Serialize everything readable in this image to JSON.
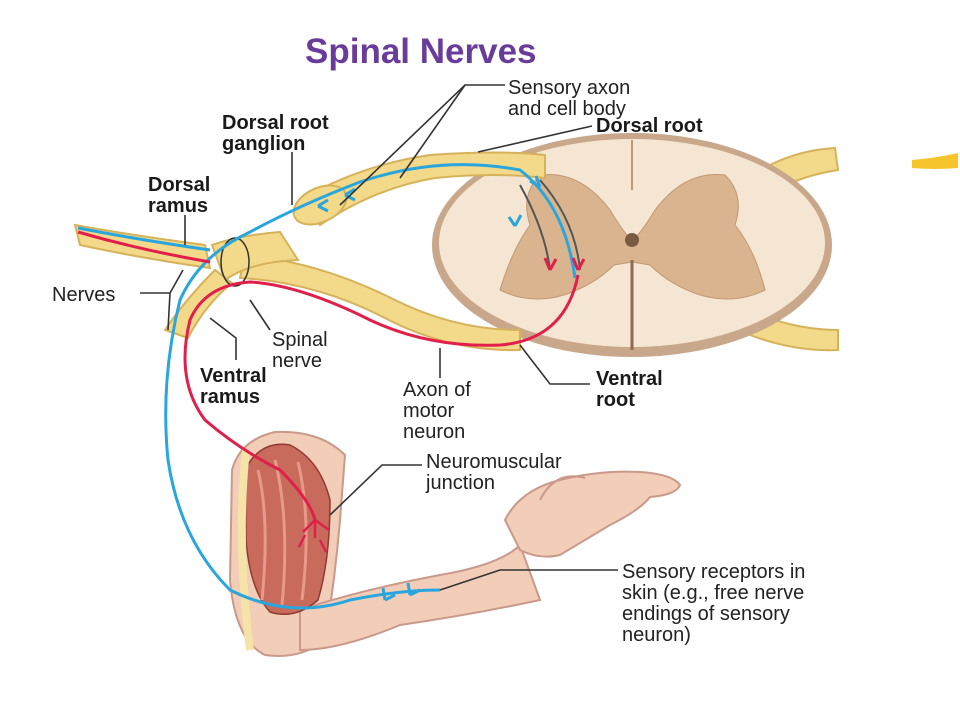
{
  "title": "Spinal Nerves",
  "labels": {
    "sensory_axon": [
      "Sensory axon",
      "and cell body"
    ],
    "dorsal_root": "Dorsal root",
    "drg": [
      "Dorsal root",
      "ganglion"
    ],
    "dorsal_ramus": [
      "Dorsal",
      "ramus"
    ],
    "nerves": "Nerves",
    "spinal_nerve": [
      "Spinal",
      "nerve"
    ],
    "ventral_ramus": [
      "Ventral",
      "ramus"
    ],
    "axon_motor": [
      "Axon of",
      "motor",
      "neuron"
    ],
    "ventral_root": [
      "Ventral",
      "root"
    ],
    "nmj": [
      "Neuromuscular",
      "junction"
    ],
    "sensory_receptors": [
      "Sensory receptors in",
      "skin (e.g., free nerve",
      "endings of sensory",
      "neuron)"
    ]
  },
  "colors": {
    "title": "#6a3c9a",
    "sensory_axon": "#2aa6de",
    "motor_axon": "#e0204a",
    "nerve": "#f3d98a",
    "grey_matter": "#d9b48f",
    "white_matter": "#f4e6d2",
    "skin": "#f2cdb8"
  }
}
